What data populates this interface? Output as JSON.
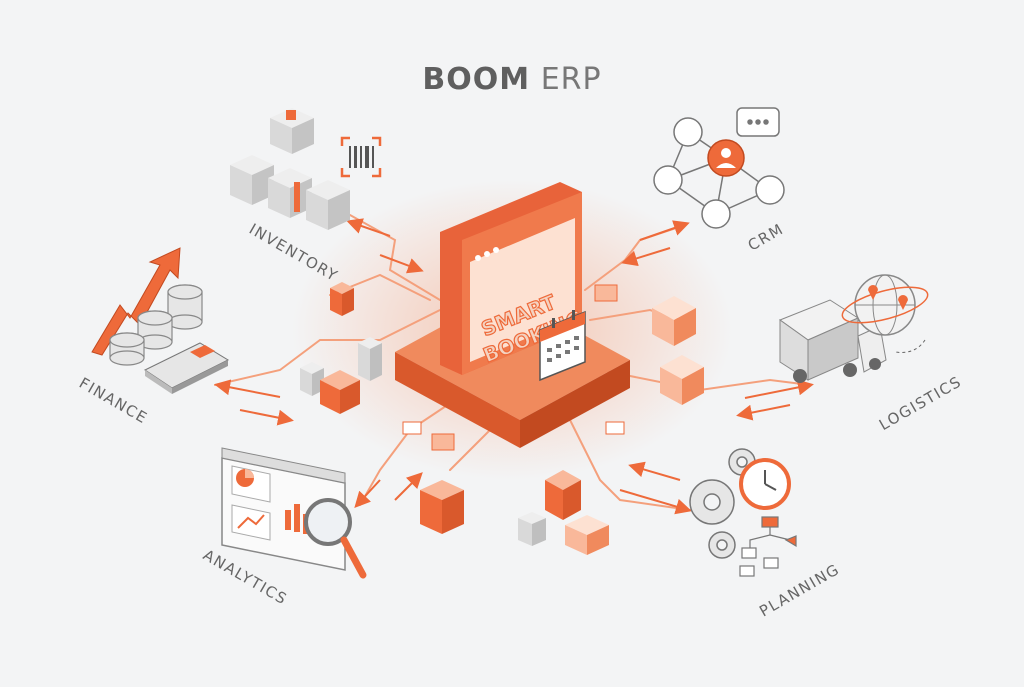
{
  "title": {
    "bold": "BOOM",
    "light": "ERP"
  },
  "hub": {
    "line1": "SMART",
    "line2": "BOOKING"
  },
  "modules": [
    {
      "key": "inventory",
      "label": "INVENTORY"
    },
    {
      "key": "crm",
      "label": "CRM"
    },
    {
      "key": "finance",
      "label": "FINANCE"
    },
    {
      "key": "logistics",
      "label": "LOGISTICS"
    },
    {
      "key": "analytics",
      "label": "ANALYTICS"
    },
    {
      "key": "planning",
      "label": "PLANNING"
    }
  ],
  "colors": {
    "accent": "#ee6a3a",
    "accent_light": "#f9b89a",
    "line": "#f08a5d",
    "gray": "#d9d9d9",
    "gray_dark": "#8a8a8a",
    "background": "#f3f4f5"
  }
}
